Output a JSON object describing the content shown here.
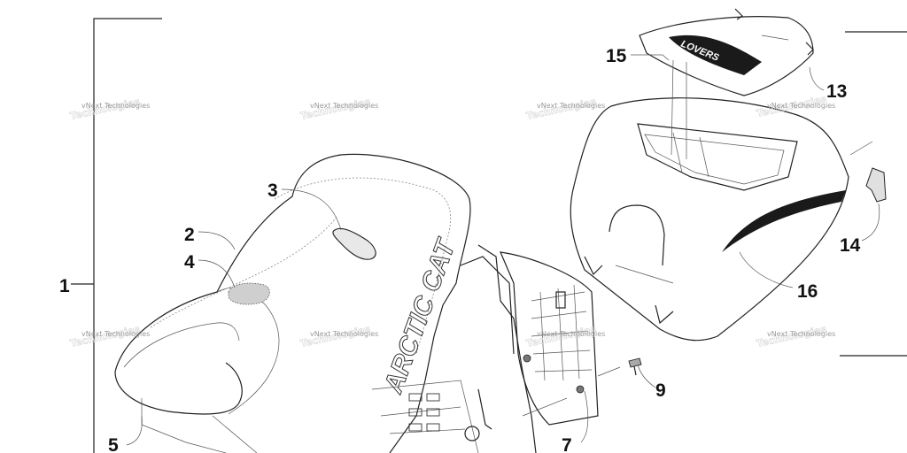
{
  "diagram": {
    "callouts": [
      {
        "id": "1",
        "label": "1"
      },
      {
        "id": "2",
        "label": "2"
      },
      {
        "id": "3",
        "label": "3"
      },
      {
        "id": "4",
        "label": "4"
      },
      {
        "id": "5",
        "label": "5"
      },
      {
        "id": "7",
        "label": "7"
      },
      {
        "id": "9",
        "label": "9"
      },
      {
        "id": "13",
        "label": "13"
      },
      {
        "id": "14",
        "label": "14"
      },
      {
        "id": "15",
        "label": "15"
      },
      {
        "id": "16",
        "label": "16"
      }
    ],
    "watermark_text": "vNext Technologies",
    "seat_logo_text": "ARCTIC CAT",
    "lid_logo_text": "LOVERS",
    "colors": {
      "line": "#222222",
      "watermark": "#9a9a9a",
      "decal": "#1a1a1a"
    }
  }
}
